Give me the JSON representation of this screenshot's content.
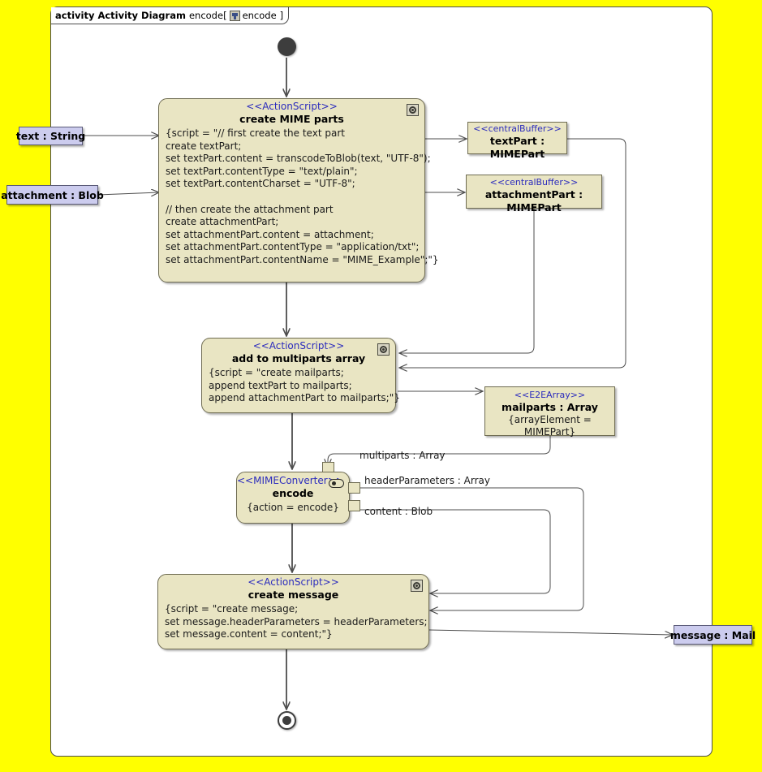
{
  "frame": {
    "keyword": "activity Activity Diagram",
    "name": "encode",
    "bracket_open": "[",
    "icon": "activity-diagram-icon",
    "inner_name": "encode",
    "bracket_close": "]"
  },
  "colors": {
    "canvas": "#ffff00",
    "frame_fill": "#ffffff",
    "node_fill": "#e9e5c3",
    "node_border": "#6f6c52",
    "param_fill": "#ccccee",
    "param_border": "#5a5a78",
    "stereotype_text": "#2b2bbd",
    "edge": "#4d4d4d"
  },
  "nodes": {
    "initial": {
      "name": "initial-node"
    },
    "final": {
      "name": "activity-final-node"
    },
    "create_mime_parts": {
      "stereotype": "<<ActionScript>>",
      "title": "create MIME parts",
      "body": "{script = \"// first create the text part\ncreate textPart;\nset textPart.content = transcodeToBlob(text, \"UTF-8\");\nset textPart.contentType = \"text/plain\";\nset textPart.contentCharset = \"UTF-8\";\n\n// then create the attachment part\ncreate attachmentPart;\nset attachmentPart.content = attachment;\nset attachmentPart.contentType = \"application/txt\";\nset attachmentPart.contentName = \"MIME_Example\";\"}"
    },
    "add_to_multiparts": {
      "stereotype": "<<ActionScript>>",
      "title": "add to multiparts array",
      "body": "{script = \"create mailparts;\nappend textPart to mailparts;\nappend attachmentPart to mailparts;\"}"
    },
    "encode": {
      "stereotype": "<<MIMEConverter>>",
      "title": "encode",
      "body": "{action = encode}"
    },
    "create_message": {
      "stereotype": "<<ActionScript>>",
      "title": "create message",
      "body": "{script = \"create message;\nset message.headerParameters = headerParameters;\nset message.content = content;\"}"
    },
    "text_part": {
      "stereotype": "<<centralBuffer>>",
      "title": "textPart : MIMEPart"
    },
    "attachment_part": {
      "stereotype": "<<centralBuffer>>",
      "title": "attachmentPart : MIMEPart"
    },
    "mailparts": {
      "stereotype": "<<E2EArray>>",
      "title": "mailparts : Array",
      "body": "{arrayElement = MIMEPart}"
    }
  },
  "parameters": {
    "text": "text : String",
    "attachment": "attachment : Blob",
    "message": "message : Mail"
  },
  "pins": {
    "multiparts": "multiparts : Array",
    "header_parameters": "headerParameters : Array",
    "content": "content : Blob"
  }
}
